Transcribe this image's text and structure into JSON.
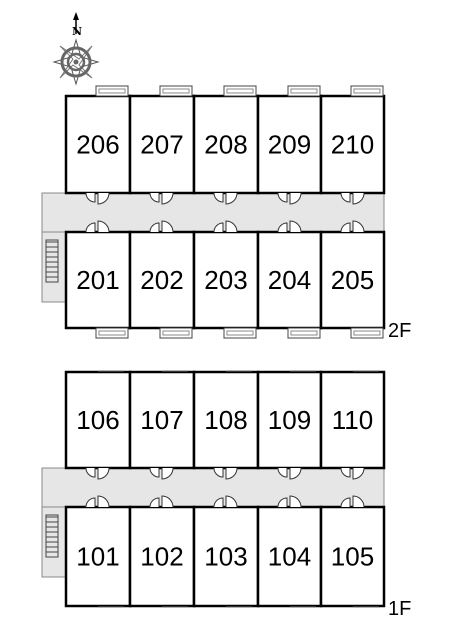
{
  "compass": {
    "north_label": "N",
    "icon": "compass-rose-icon"
  },
  "floors": [
    {
      "floor_label": "2F",
      "north_rooms": [
        "206",
        "207",
        "208",
        "209",
        "210"
      ],
      "south_rooms": [
        "201",
        "202",
        "203",
        "204",
        "205"
      ],
      "stair_side": "left"
    },
    {
      "floor_label": "1F",
      "north_rooms": [
        "106",
        "107",
        "108",
        "109",
        "110"
      ],
      "south_rooms": [
        "101",
        "102",
        "103",
        "104",
        "105"
      ],
      "stair_side": "left"
    }
  ],
  "colors": {
    "corridor": "#e6e6e6",
    "wall": "#000000",
    "background": "#ffffff"
  }
}
